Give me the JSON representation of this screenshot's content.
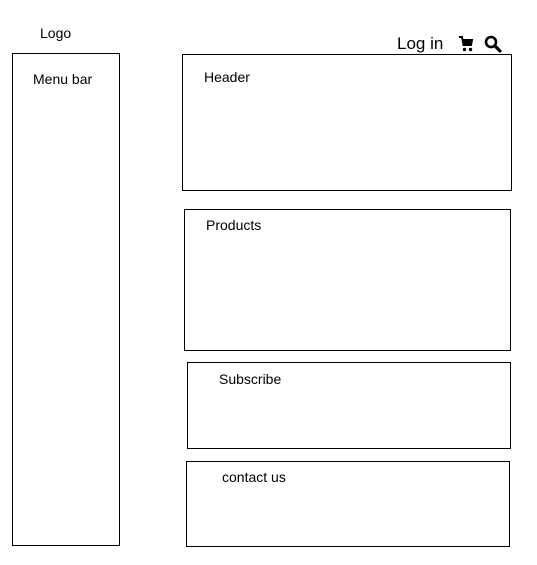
{
  "logo": {
    "label": "Logo"
  },
  "topbar": {
    "login_label": "Log in",
    "cart_icon": "cart-icon",
    "search_icon": "search-icon"
  },
  "sidebar": {
    "label": "Menu bar"
  },
  "sections": {
    "header": "Header",
    "products": "Products",
    "subscribe": "Subscribe",
    "contact": "contact us"
  }
}
